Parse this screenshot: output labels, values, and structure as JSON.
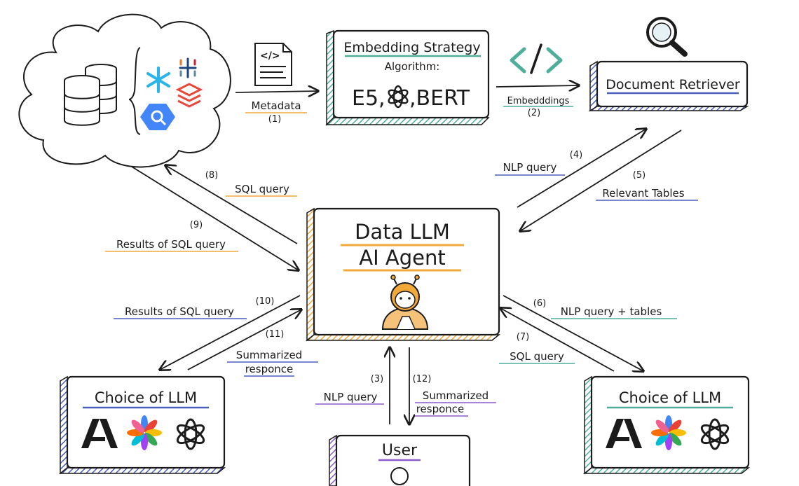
{
  "sources": {
    "cloud": "data-warehouse-cloud",
    "icons": [
      "database-stack-icon",
      "snowflake-icon",
      "tableau-icon",
      "bigquery-icon",
      "databricks-icon"
    ]
  },
  "embedding": {
    "title": "Embedding Strategy",
    "algorithm_label": "Algorithm:",
    "e5": "E5,",
    "bert": ",BERT",
    "icons": [
      "document-code-icon",
      "openai-icon"
    ]
  },
  "retriever": {
    "title": "Document Retriever",
    "icons": [
      "magnifier-icon",
      "code-brackets-icon"
    ]
  },
  "agent": {
    "title_line1": "Data LLM",
    "title_line2": "AI Agent",
    "icon": "robot-icon"
  },
  "llm_left": {
    "title": "Choice of LLM",
    "icons": [
      "anthropic-icon",
      "pinwheel-icon",
      "openai-icon"
    ]
  },
  "llm_right": {
    "title": "Choice of LLM",
    "icons": [
      "anthropic-icon",
      "pinwheel-icon",
      "openai-icon"
    ]
  },
  "user": {
    "title": "User",
    "icon": "user-icon"
  },
  "edges": {
    "metadata": {
      "label": "Metadata",
      "num": "(1)"
    },
    "embeddings": {
      "label": "Embedddings",
      "num": "(2)"
    },
    "nlp_user": {
      "label": "NLP query",
      "num": "(3)"
    },
    "nlp_retriever": {
      "label": "NLP query",
      "num": "(4)"
    },
    "relevant_tables": {
      "label": "Relevant Tables",
      "num": "(5)"
    },
    "nlp_tables": {
      "label": "NLP query + tables",
      "num": "(6)"
    },
    "sql_right": {
      "label": "SQL query",
      "num": "(7)"
    },
    "sql_source": {
      "label": "SQL query",
      "num": "(8)"
    },
    "results_source": {
      "label": "Results of SQL query",
      "num": "(9)"
    },
    "results_left": {
      "label": "Results of SQL query",
      "num": "(10)"
    },
    "summ_left_1": "Summarized",
    "summ_left_2": "responce",
    "summ_left_num": "(11)",
    "summ_user_1": "Summarized",
    "summ_user_2": "responce",
    "summ_user_num": "(12)"
  },
  "colors": {
    "orange": "#f2a93b",
    "teal": "#4fae9a",
    "blue": "#4b5fbd",
    "purple": "#8a5cc9",
    "ink": "#1b1b1b"
  }
}
